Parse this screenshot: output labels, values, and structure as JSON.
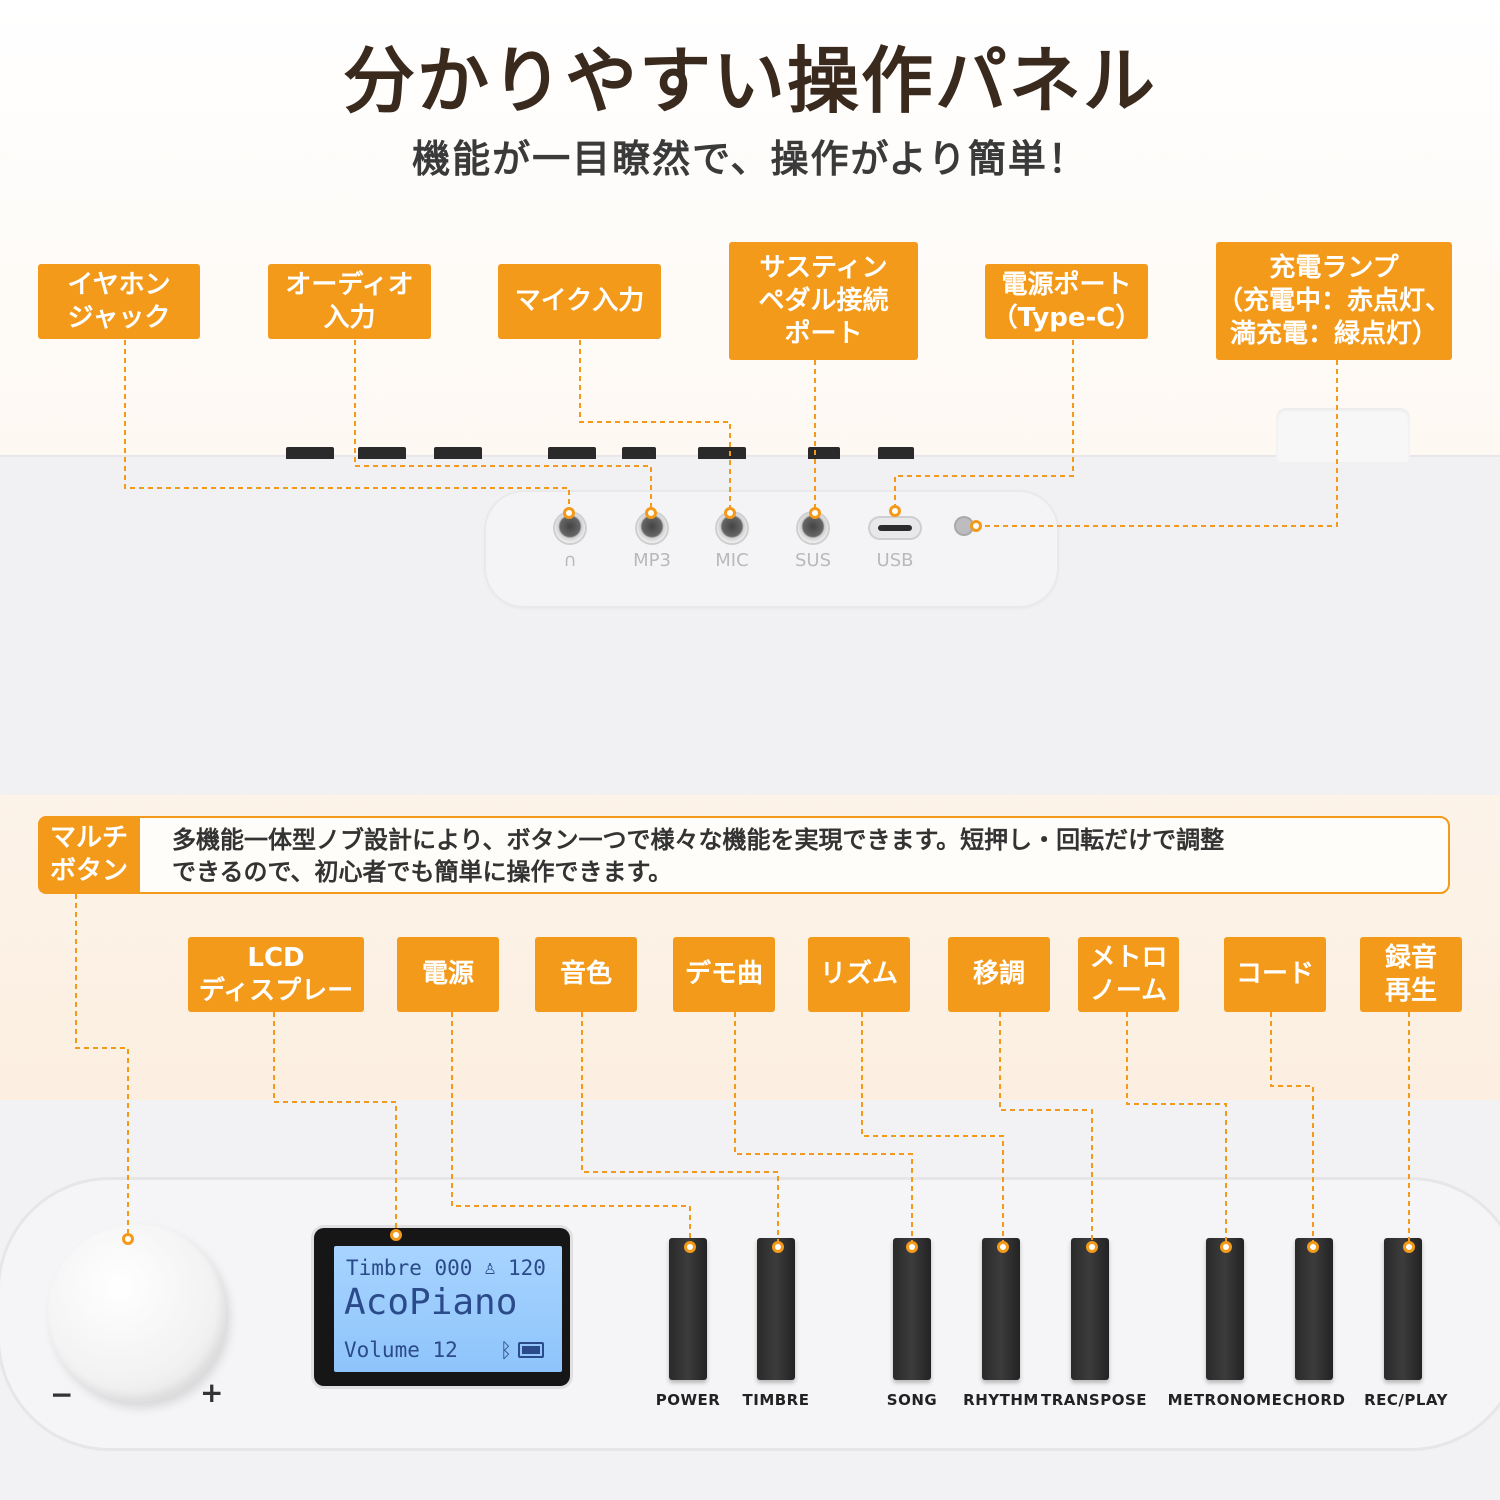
{
  "header": {
    "title": "分かりやすい操作パネル",
    "subtitle": "機能が一目瞭然で、操作がより簡単！"
  },
  "top_callouts": [
    {
      "label": "イヤホン\nジャック"
    },
    {
      "label": "オーディオ\n入力"
    },
    {
      "label": "マイク入力"
    },
    {
      "label": "サスティン\nペダル接続\nポート"
    },
    {
      "label": "電源ポート\n（Type-C）"
    },
    {
      "label": "充電ランプ\n（充電中：赤点灯、\n満充電：緑点灯）"
    }
  ],
  "ports": {
    "headphone_label": "∩",
    "mp3_label": "MP3",
    "mic_label": "MIC",
    "sus_label": "SUS",
    "usb_label": "USB"
  },
  "multi_button": {
    "tag": "マルチ\nボタン",
    "description": "多機能一体型ノブ設計により、ボタン一つで様々な機能を実現できます。短押し・回転だけで調整\nできるので、初心者でも簡単に操作できます。"
  },
  "bottom_callouts": [
    {
      "label": "LCD\nディスプレー"
    },
    {
      "label": "電源"
    },
    {
      "label": "音色"
    },
    {
      "label": "デモ曲"
    },
    {
      "label": "リズム"
    },
    {
      "label": "移調"
    },
    {
      "label": "メトロ\nノーム"
    },
    {
      "label": "コード"
    },
    {
      "label": "録音\n再生"
    }
  ],
  "knob": {
    "minus": "−",
    "plus": "+"
  },
  "lcd": {
    "line1_left": "Timbre 000",
    "tempo": "120",
    "line2": "AcoPiano",
    "line3": "Volume 12"
  },
  "keys": [
    {
      "label": "POWER"
    },
    {
      "label": "TIMBRE"
    },
    {
      "label": "SONG"
    },
    {
      "label": "RHYTHM"
    },
    {
      "label": "TRANSPOSE"
    },
    {
      "label": "METRONOME"
    },
    {
      "label": "CHORD"
    },
    {
      "label": "REC/PLAY"
    }
  ],
  "colors": {
    "accent": "#f39a1a",
    "title": "#3a2a1e",
    "lcd_bg": "#9ccbfd"
  },
  "icons": [
    "headphone-icon",
    "metronome-icon",
    "bluetooth-icon",
    "battery-icon"
  ]
}
